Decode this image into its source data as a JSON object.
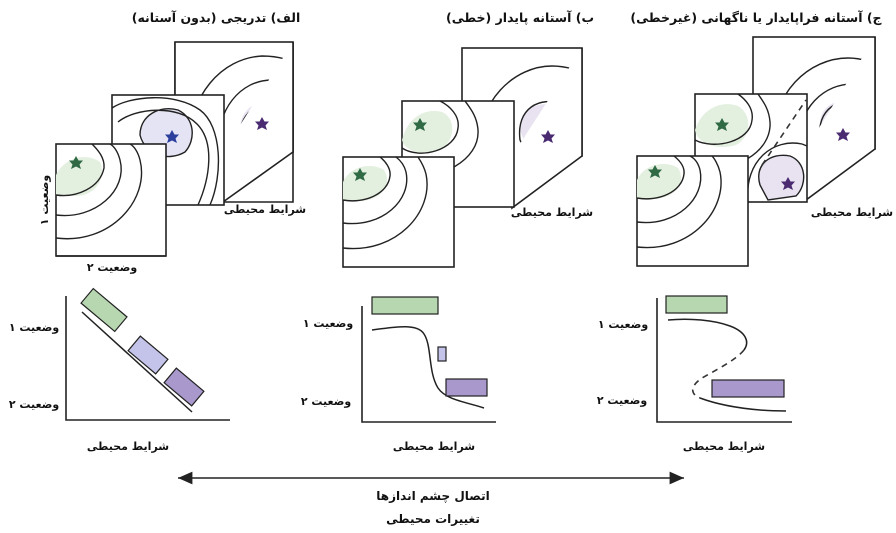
{
  "panels": [
    {
      "id": "a",
      "title": "الف) تدریجی (بدون آستانه)",
      "env_label": "شرایط محیطی"
    },
    {
      "id": "b",
      "title": "ب) آستانه پایدار (خطی)",
      "env_label": "شرایط محیطی"
    },
    {
      "id": "c",
      "title": "ج) آستانه فراپایدار یا ناگهانی (غیرخطی)",
      "env_label": "شرایط محیطی"
    }
  ],
  "cube_axes": {
    "state1": "وضعیت ۱",
    "state2": "وضعیت ۲"
  },
  "graphs": [
    {
      "state1": "وضعیت ۱",
      "state2": "وضعیت ۲",
      "xlabel": "شرایط محیطی"
    },
    {
      "state1": "وضعیت ۱",
      "state2": "وضعیت ۲",
      "xlabel": "شرایط محیطی"
    },
    {
      "state1": "وضعیت ۱",
      "state2": "وضعیت ۲",
      "xlabel": "شرایط محیطی"
    }
  ],
  "bottom": {
    "line1": "اتصال چشم اندازها",
    "line2": "تغییرات محیطی"
  },
  "colors": {
    "green": "#b7d7b0",
    "lilac": "#c4c4ea",
    "purple": "#a898cc",
    "star_green": "#2f6a45",
    "star_blue": "#2c3f9c",
    "star_purple": "#4a2b72"
  }
}
